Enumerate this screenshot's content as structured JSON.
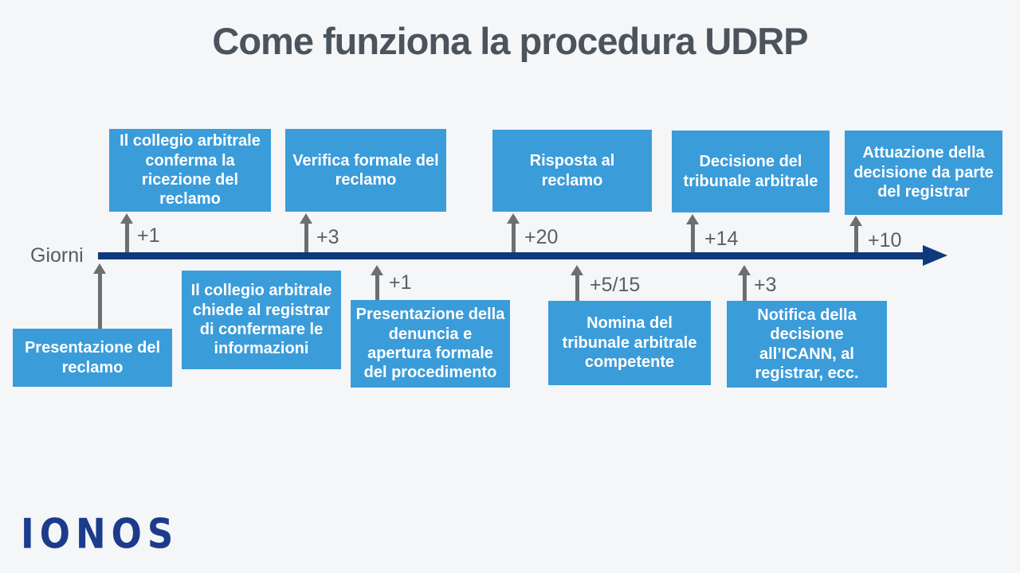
{
  "title": "Come funziona la procedura UDRP",
  "axis": {
    "label": "Giorni"
  },
  "colors": {
    "box_blue": "#3b9cda",
    "timeline_navy": "#0e3a7c",
    "arrow_gray": "#6d6e70",
    "background": "#f5f6f7",
    "logo_navy": "#1c3b8c",
    "title_gray": "#4b545c"
  },
  "top_events": [
    {
      "label": "Il collegio arbitrale conferma la ricezione del reclamo",
      "days": "+1"
    },
    {
      "label": "Verifica formale del reclamo",
      "days": "+3"
    },
    {
      "label": "Risposta al reclamo",
      "days": "+20"
    },
    {
      "label": "Decisione del tribunale arbitrale",
      "days": "+14"
    },
    {
      "label": "Attuazione della decisione da parte del registrar",
      "days": "+10"
    }
  ],
  "bottom_events": [
    {
      "label": "Presentazione del reclamo"
    },
    {
      "label": "Il collegio arbitrale chiede al registrar di confermare le informazioni"
    },
    {
      "label": "Presentazione della denuncia e apertura formale del procedimento",
      "days": "+1"
    },
    {
      "label": "Nomina del tribunale arbitrale competente",
      "days": "+5/15"
    },
    {
      "label": "Notifica della decisione all’ICANN, al registrar, ecc.",
      "days": "+3"
    }
  ],
  "logo": {
    "text": "IONOS"
  }
}
